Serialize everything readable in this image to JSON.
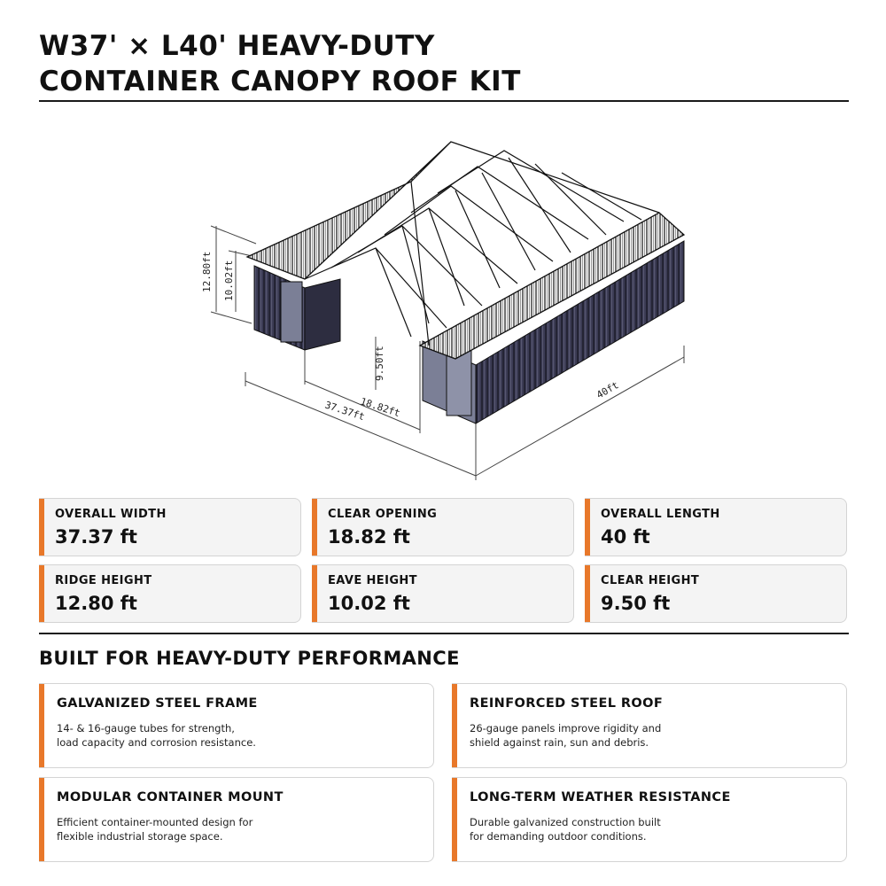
{
  "title": {
    "line1": "W37' × L40' HEAVY-DUTY",
    "line2": "CONTAINER CANOPY ROOF KIT"
  },
  "drawing": {
    "dims": {
      "ridge": "12.80ft",
      "eave": "10.02ft",
      "clear": "9.50ft",
      "opening": "18.82ft",
      "width": "37.37ft",
      "length": "40ft"
    }
  },
  "specs": [
    {
      "label": "OVERALL WIDTH",
      "value": "37.37 ft"
    },
    {
      "label": "CLEAR OPENING",
      "value": "18.82 ft"
    },
    {
      "label": "OVERALL LENGTH",
      "value": "40 ft"
    },
    {
      "label": "RIDGE HEIGHT",
      "value": "12.80 ft"
    },
    {
      "label": "EAVE HEIGHT",
      "value": "10.02 ft"
    },
    {
      "label": "CLEAR HEIGHT",
      "value": "9.50 ft"
    }
  ],
  "section_heading": "BUILT FOR HEAVY-DUTY PERFORMANCE",
  "features": [
    {
      "title": "GALVANIZED STEEL FRAME",
      "line1": "14- & 16-gauge tubes for strength,",
      "line2": "load capacity and corrosion resistance."
    },
    {
      "title": "REINFORCED STEEL ROOF",
      "line1": "26-gauge panels improve rigidity and",
      "line2": "shield against rain, sun and debris."
    },
    {
      "title": "MODULAR CONTAINER MOUNT",
      "line1": "Efficient container-mounted design for",
      "line2": "flexible industrial storage space."
    },
    {
      "title": "LONG-TERM WEATHER RESISTANCE",
      "line1": "Durable galvanized construction built",
      "line2": "for demanding outdoor conditions."
    }
  ],
  "colors": {
    "accent": "#e8782a",
    "card_bg": "#f4f4f4",
    "border": "#d4d4d4",
    "text": "#111111",
    "container": "#3a3a52"
  }
}
